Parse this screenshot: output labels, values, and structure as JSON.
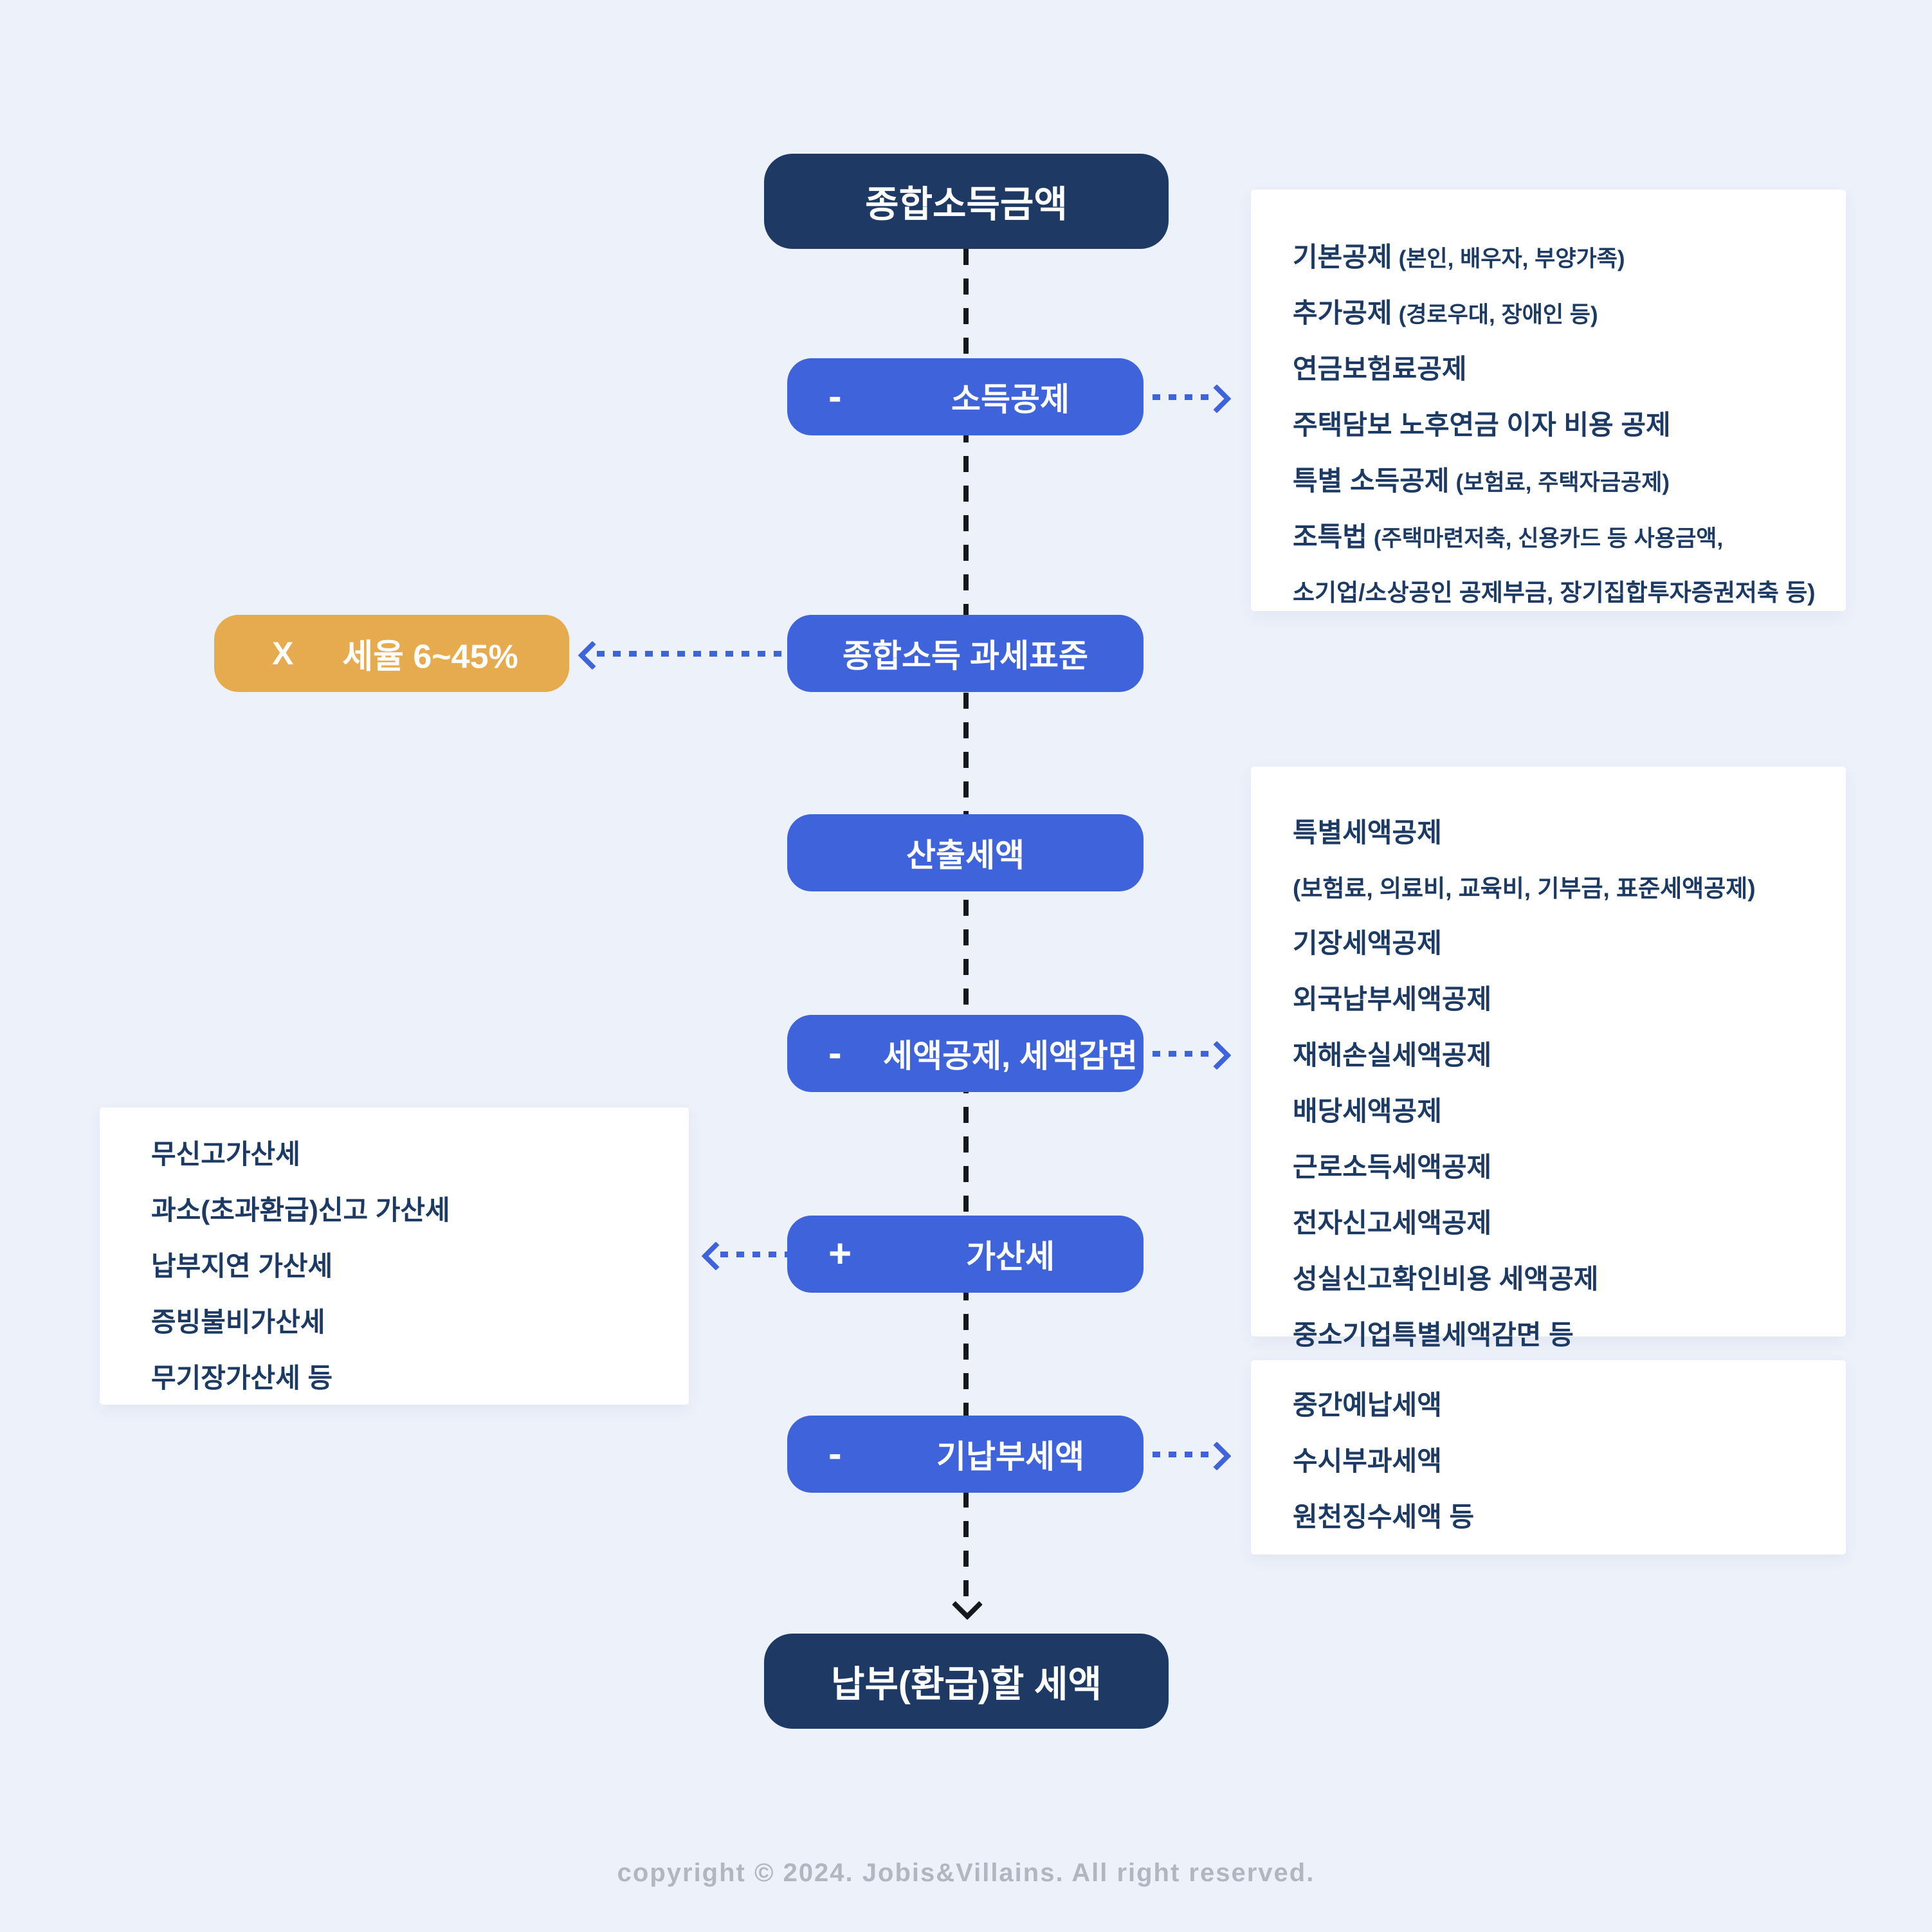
{
  "colors": {
    "background": "#EDF1FA",
    "navy_node": "#1E3A64",
    "blue_node": "#3E63DA",
    "orange_node": "#E7AB4F",
    "panel_text": "#1C3A63",
    "spine_line": "#15181D",
    "copyright_gray": "#B1B6C0"
  },
  "flow": {
    "start_node": {
      "label": "종합소득금액"
    },
    "steps": [
      {
        "op": "-",
        "label": "소득공제"
      },
      {
        "op": "",
        "label": "종합소득 과세표준"
      },
      {
        "op": "",
        "label": "산출세액"
      },
      {
        "op": "-",
        "label": "세액공제, 세액감면"
      },
      {
        "op": "+",
        "label": "가산세"
      },
      {
        "op": "-",
        "label": "기납부세액"
      }
    ],
    "rate_node": {
      "op": "X",
      "label": "세율 6~45%"
    },
    "end_node": {
      "label": "납부(환급)할 세액"
    }
  },
  "panels": {
    "income_deductions": {
      "lines": [
        {
          "main": "기본공제",
          "paren": "(본인, 배우자, 부양가족)"
        },
        {
          "main": "추가공제",
          "paren": "(경로우대, 장애인 등)"
        },
        {
          "main": "연금보험료공제",
          "paren": ""
        },
        {
          "main": "주택담보 노후연금 이자 비용 공제",
          "paren": ""
        },
        {
          "main": "특별 소득공제",
          "paren": "(보험료, 주택자금공제)"
        },
        {
          "main": "조특법",
          "paren": "(주택마련저축, 신용카드 등 사용금액,"
        },
        {
          "main": "",
          "paren": "소기업/소상공인 공제부금, 장기집합투자증권저축 등)"
        }
      ]
    },
    "tax_credits": {
      "lines": [
        {
          "main": "특별세액공제",
          "paren": ""
        },
        {
          "main": "",
          "paren": "(보험료, 의료비, 교육비, 기부금, 표준세액공제)"
        },
        {
          "main": "기장세액공제",
          "paren": ""
        },
        {
          "main": "외국납부세액공제",
          "paren": ""
        },
        {
          "main": "재해손실세액공제",
          "paren": ""
        },
        {
          "main": "배당세액공제",
          "paren": ""
        },
        {
          "main": "근로소득세액공제",
          "paren": ""
        },
        {
          "main": "전자신고세액공제",
          "paren": ""
        },
        {
          "main": "성실신고확인비용 세액공제",
          "paren": ""
        },
        {
          "main": "중소기업특별세액감면 등",
          "paren": ""
        }
      ]
    },
    "penalties": {
      "lines": [
        {
          "main": "무신고가산세",
          "paren": ""
        },
        {
          "main": "과소(초과환급)신고 가산세",
          "paren": ""
        },
        {
          "main": "납부지연 가산세",
          "paren": ""
        },
        {
          "main": "증빙불비가산세",
          "paren": ""
        },
        {
          "main": "무기장가산세 등",
          "paren": ""
        }
      ]
    },
    "prepaid_taxes": {
      "lines": [
        {
          "main": "중간예납세액",
          "paren": ""
        },
        {
          "main": "수시부과세액",
          "paren": ""
        },
        {
          "main": "원천징수세액 등",
          "paren": ""
        }
      ]
    }
  },
  "footer": {
    "copyright": "copyright © 2024. Jobis&Villains. All right reserved."
  }
}
